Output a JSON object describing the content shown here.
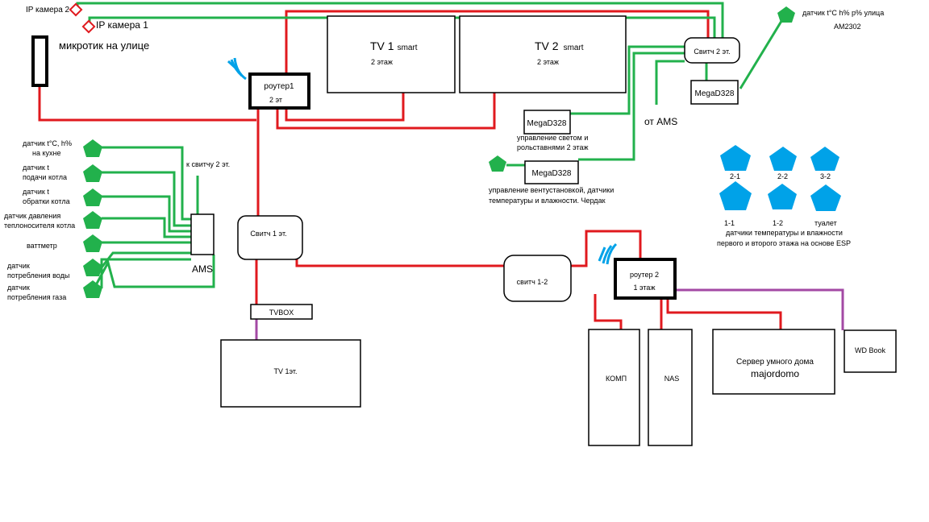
{
  "ip_cam2": "IP камера 2",
  "ip_cam1": "IP камера 1",
  "mikrotik": "микротик на улице",
  "router1": {
    "line1": "роутер1",
    "line2": "2 эт"
  },
  "tv1": {
    "line1": "TV 1",
    "line1_small": "smart",
    "line2": "2 этаж"
  },
  "tv2": {
    "line1": "TV 2",
    "line1_small": "smart",
    "line2": "2 этаж"
  },
  "switch2": "Свитч 2 эт.",
  "mega_top": "MegaD328",
  "sensor_street": {
    "line1": "датчик t°C h% p% улица",
    "line2": "AM2302"
  },
  "mega_light": {
    "name": "MegaD328",
    "caption1": "управление светом и",
    "caption2": "рольставнями 2 этаж"
  },
  "mega_vent": {
    "name": "MegaD328",
    "caption1": "управление вентустановкой, датчики",
    "caption2": "температуры и влажности. Чердак"
  },
  "from_ams": "от AMS",
  "to_switch2": "к свитчу 2 эт.",
  "sensors": {
    "kitchen": [
      "датчик t°C, h%",
      "на кухне"
    ],
    "supply": [
      "датчик t",
      "подачи котла"
    ],
    "return": [
      "датчик t",
      "обратки котла"
    ],
    "pressure": [
      "датчик давления",
      "теплоносителя котла"
    ],
    "wattmeter": [
      "ваттметр"
    ],
    "water": [
      "датчик",
      "потребления воды"
    ],
    "gas": [
      "датчик",
      "потребления газа"
    ]
  },
  "ams": "AMS",
  "switch1": "Свитч 1 эт.",
  "tvbox": "TVBOX",
  "tv_1et": "TV 1эт.",
  "switch12": "свитч 1-2",
  "router2": {
    "line1": "роутер 2",
    "line2": "1 этаж"
  },
  "komp": "КОМП",
  "nas": "NAS",
  "server": {
    "line1": "Сервер умного дома",
    "line2": "majordomo"
  },
  "wdbook": "WD Book",
  "esp": {
    "labels": [
      "2-1",
      "2-2",
      "3-2",
      "1-1",
      "1-2",
      "туалет"
    ],
    "caption1": "датчики температуры и влажности",
    "caption2": "первого и второго этажа на основе ESP"
  },
  "colors": {
    "ethernet": "#e0191e",
    "sensor": "#22b14c",
    "hdmi": "#a349a4",
    "esp": "#00a2e8",
    "wifi": "#00a2e8"
  }
}
